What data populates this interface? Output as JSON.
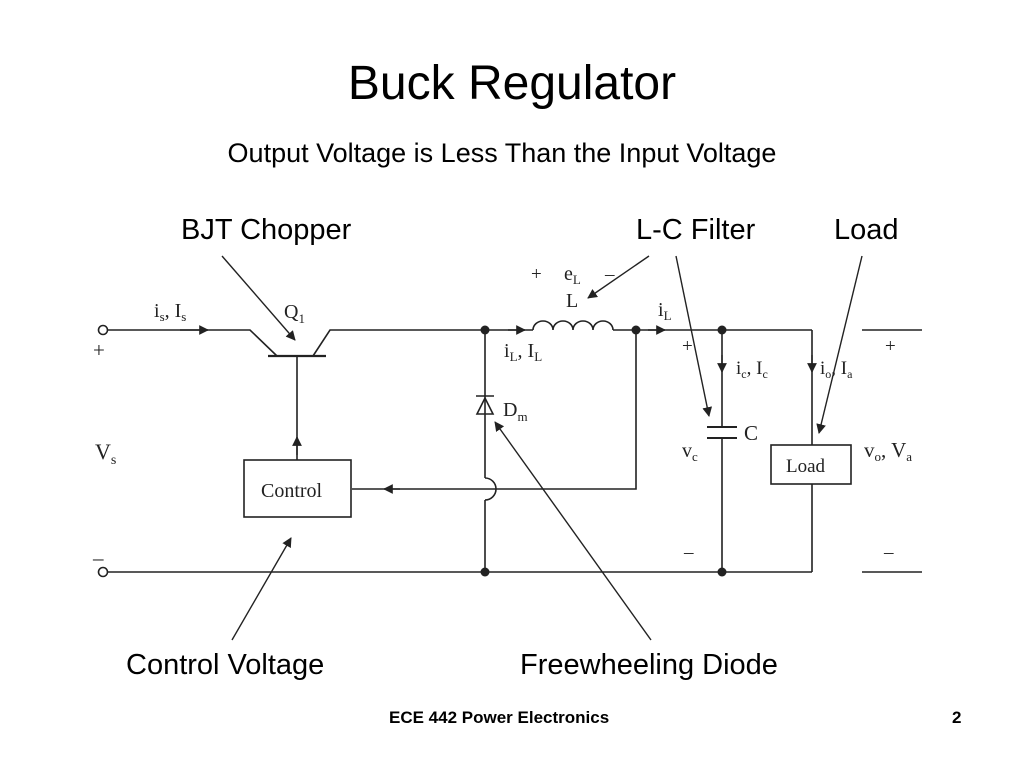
{
  "slide": {
    "title": "Buck Regulator",
    "subtitle": "Output Voltage is Less Than the Input Voltage",
    "footer_left": "ECE 442 Power Electronics",
    "page_number": "2"
  },
  "callouts": {
    "bjt_chopper": "BJT Chopper",
    "lc_filter": "L-C Filter",
    "load": "Load",
    "control_voltage": "Control Voltage",
    "freewheeling_diode": "Freewheeling Diode"
  },
  "circuit": {
    "input_current": "i",
    "input_current_sub": "s",
    "input_current_avg": ", I",
    "input_current_avg_sub": "s",
    "transistor": "Q",
    "transistor_sub": "1",
    "source_voltage": "V",
    "source_voltage_sub": "s",
    "inductor_voltage": "e",
    "inductor_voltage_sub": "L",
    "inductor": "L",
    "inductor_current": "i",
    "inductor_current_sub": "L",
    "inductor_current_avg": ", I",
    "inductor_current_avg_sub": "L",
    "output_node_current": "i",
    "output_node_current_sub": "L",
    "diode": "D",
    "diode_sub": "m",
    "capacitor_current": "i",
    "capacitor_current_sub": "c",
    "capacitor_current_avg": ", I",
    "capacitor_current_avg_sub": "c",
    "capacitor": "C",
    "capacitor_voltage": "v",
    "capacitor_voltage_sub": "c",
    "load_current": "i",
    "load_current_sub": "o",
    "load_current_avg": ", I",
    "load_current_avg_sub": "a",
    "output_voltage": "v",
    "output_voltage_sub": "o",
    "output_voltage_avg": ", V",
    "output_voltage_avg_sub": "a",
    "control_block": "Control",
    "load_block": "Load",
    "plus": "+",
    "minus": "–",
    "inductor_plus": "+",
    "inductor_minus": "–"
  }
}
